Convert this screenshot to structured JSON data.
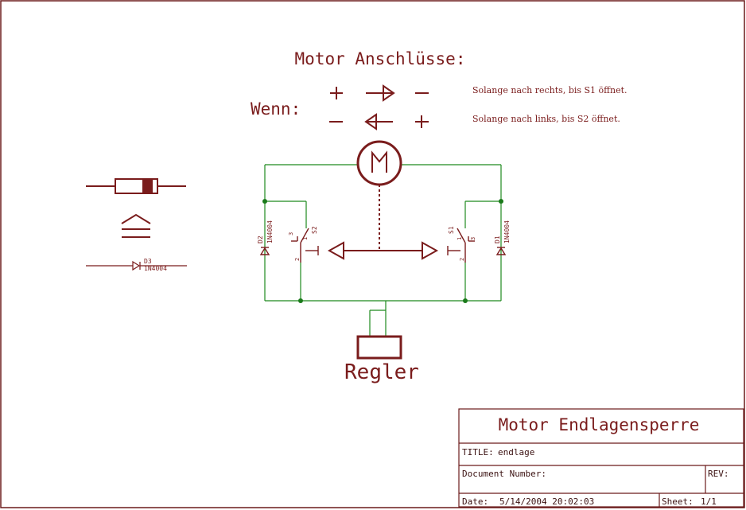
{
  "colors": {
    "frame": "#6b1a1a",
    "symbol": "#7a1c1c",
    "wire": "#1f8a1f",
    "junction": "#1a7a1a",
    "background": "#ffffff"
  },
  "heading": "Motor Anschlüsse:",
  "condition_label": "Wenn:",
  "legend_rows": [
    {
      "left_sign": "+",
      "right_sign": "–",
      "arrow": "right",
      "note": "Solange nach rechts, bis S1 öffnet."
    },
    {
      "left_sign": "–",
      "right_sign": "+",
      "arrow": "left",
      "note": "Solange nach links, bis S2 öffnet."
    }
  ],
  "motor": {
    "label": "M"
  },
  "diodes": {
    "d1": {
      "ref": "D1",
      "value": "1N4004"
    },
    "d2": {
      "ref": "D2",
      "value": "1N4004"
    },
    "d3": {
      "ref": "D3",
      "value": "1N4004"
    }
  },
  "switches": {
    "s1": {
      "ref": "S1",
      "pin1": "1",
      "pin2": "2",
      "pin3": "3"
    },
    "s2": {
      "ref": "S2",
      "pin1": "1",
      "pin2": "2",
      "pin3": "3"
    }
  },
  "controller_label": "Regler",
  "title_block": {
    "project": "Motor Endlagensperre",
    "title_label": "TITLE:",
    "title_value": "endlage",
    "docnum_label": "Document Number:",
    "rev_label": "REV:",
    "date_label": "Date:",
    "date_value": "5/14/2004 20:02:03",
    "sheet_label": "Sheet:",
    "sheet_value": "1/1"
  }
}
